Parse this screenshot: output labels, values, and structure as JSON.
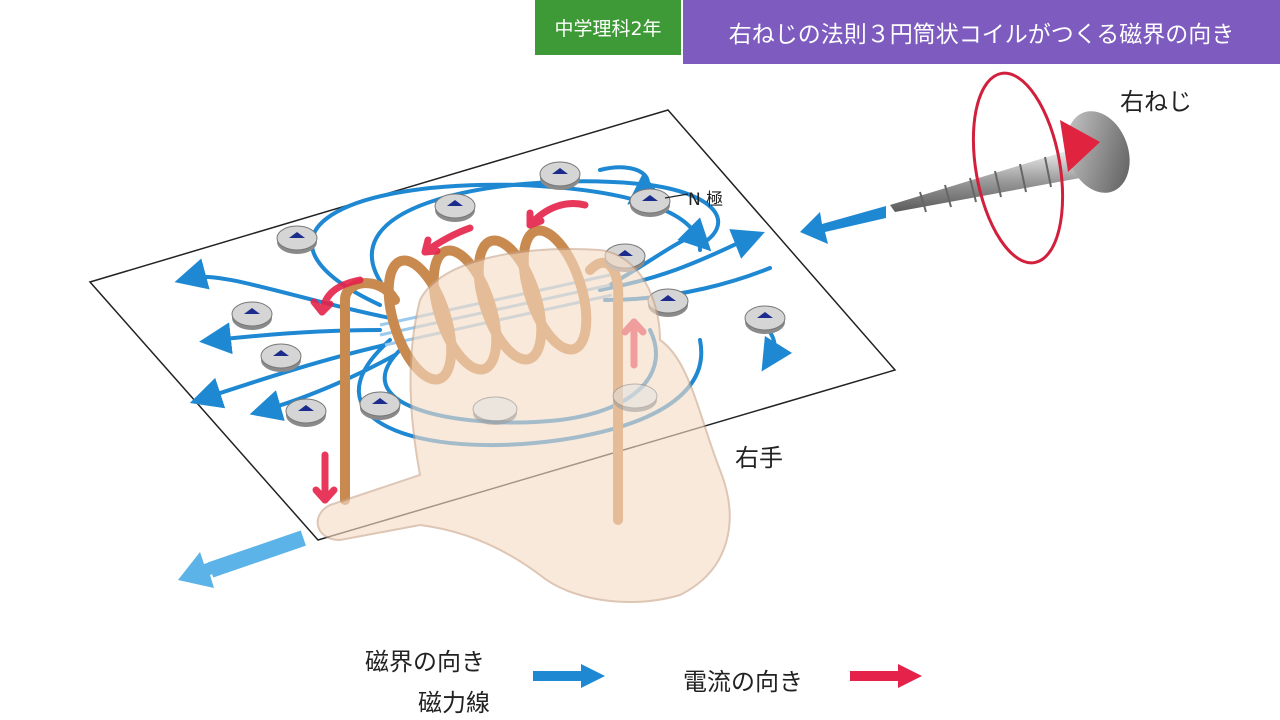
{
  "header": {
    "subject_tag": "中学理科2年",
    "title": "右ねじの法則３円筒状コイルがつくる磁界の向き"
  },
  "diagram": {
    "labels": {
      "screw": "右ねじ",
      "n_pole": "N 極",
      "right_hand": "右手"
    }
  },
  "legend": {
    "field_direction": "磁界の向き",
    "field_lines": "磁力線",
    "current_direction": "電流の向き"
  },
  "colors": {
    "field_arrow": "#1e88d2",
    "current_arrow": "#e5234a",
    "header_green": "#3e9a36",
    "header_purple": "#7d5bbf",
    "coil": "#c98a4f",
    "hand": "#f6dcc6"
  }
}
